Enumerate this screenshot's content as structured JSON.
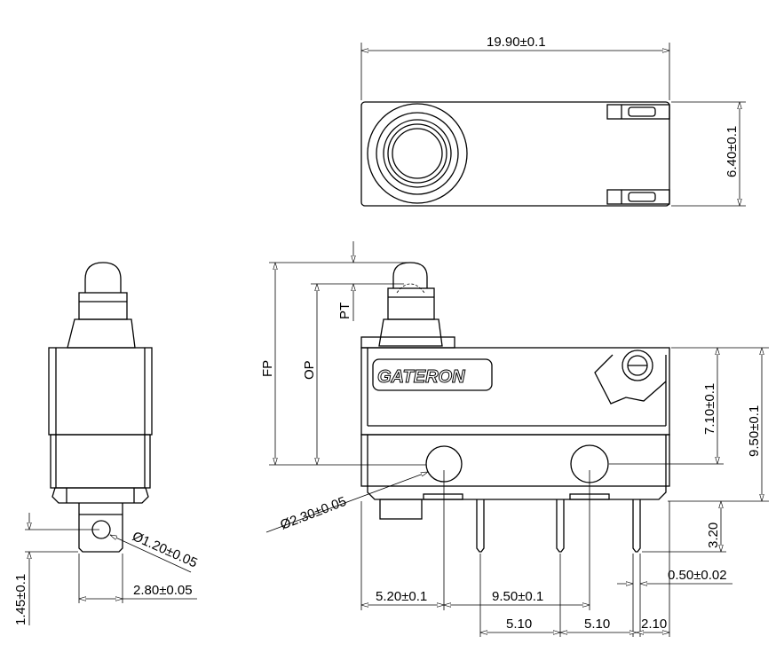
{
  "title_block": {
    "brand": "GATERON"
  },
  "top_view": {
    "length": "19.90±0.1",
    "width": "6.40±0.1"
  },
  "side_view": {
    "hole_diameter": "Ø1.20±0.05",
    "tab_width": "2.80±0.05",
    "hole_height": "1.45±0.1"
  },
  "front_view": {
    "fp": "FP",
    "op": "OP",
    "pt": "PT",
    "hole_diameter": "Ø2.30±0.05",
    "hole_height": "7.10±0.1",
    "body_height": "9.50±0.1",
    "pin_length": "3.20",
    "pin_width": "0.50±0.02",
    "first_hole_offset": "5.20±0.1",
    "hole_spacing": "9.50±0.1",
    "pin_spacing_1": "5.10",
    "pin_spacing_2": "5.10",
    "pin_end_offset": "2.10"
  }
}
